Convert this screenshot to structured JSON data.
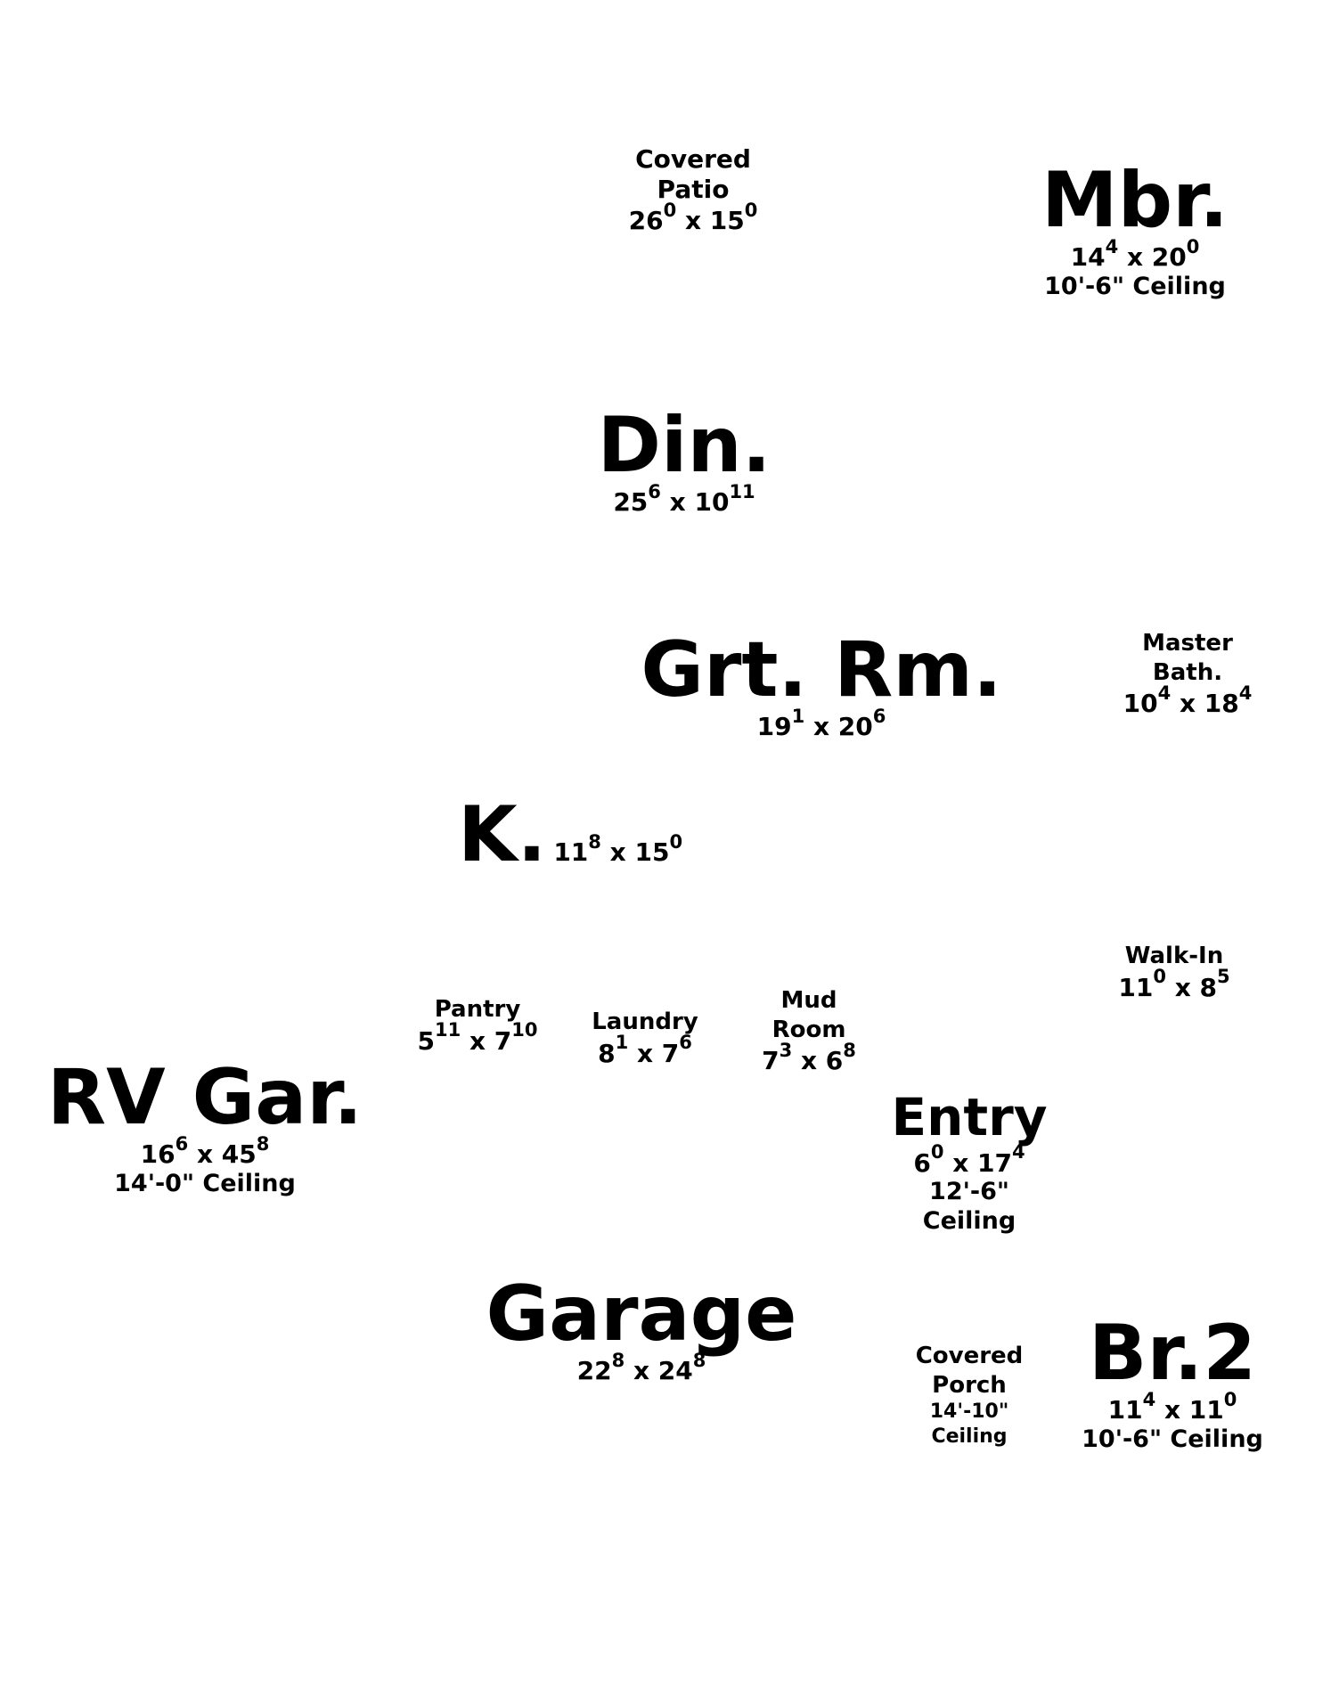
{
  "rooms": {
    "covered_patio": {
      "name1": "Covered",
      "name2": "Patio",
      "a": "26",
      "a_sup": "0",
      "b": "15",
      "b_sup": "0"
    },
    "mbr": {
      "name": "Mbr.",
      "a": "14",
      "a_sup": "4",
      "b": "20",
      "b_sup": "0",
      "note": "10'-6\" Ceiling"
    },
    "din": {
      "name": "Din.",
      "a": "25",
      "a_sup": "6",
      "b": "10",
      "b_sup": "11"
    },
    "grt_rm": {
      "name": "Grt. Rm.",
      "a": "19",
      "a_sup": "1",
      "b": "20",
      "b_sup": "6"
    },
    "master_bath": {
      "name1": "Master",
      "name2": "Bath.",
      "a": "10",
      "a_sup": "4",
      "b": "18",
      "b_sup": "4"
    },
    "kitchen": {
      "name": "K.",
      "a": "11",
      "a_sup": "8",
      "b": "15",
      "b_sup": "0"
    },
    "walk_in": {
      "name": "Walk-In",
      "a": "11",
      "a_sup": "0",
      "b": "8",
      "b_sup": "5"
    },
    "pantry": {
      "name": "Pantry",
      "a": "5",
      "a_sup": "11",
      "b": "7",
      "b_sup": "10"
    },
    "laundry": {
      "name": "Laundry",
      "a": "8",
      "a_sup": "1",
      "b": "7",
      "b_sup": "6"
    },
    "mud_room": {
      "name1": "Mud",
      "name2": "Room",
      "a": "7",
      "a_sup": "3",
      "b": "6",
      "b_sup": "8"
    },
    "rv_gar": {
      "name": "RV Gar.",
      "a": "16",
      "a_sup": "6",
      "b": "45",
      "b_sup": "8",
      "note": "14'-0\" Ceiling"
    },
    "entry": {
      "name": "Entry",
      "a": "6",
      "a_sup": "0",
      "b": "17",
      "b_sup": "4",
      "note1": "12'-6\"",
      "note2": "Ceiling"
    },
    "garage": {
      "name": "Garage",
      "a": "22",
      "a_sup": "8",
      "b": "24",
      "b_sup": "8"
    },
    "covered_porch": {
      "name1": "Covered",
      "name2": "Porch",
      "note1": "14'-10\"",
      "note2": "Ceiling"
    },
    "br2": {
      "name": "Br.2",
      "a": "11",
      "a_sup": "4",
      "b": "11",
      "b_sup": "0",
      "note": "10'-6\" Ceiling"
    }
  },
  "x_separator": "x"
}
